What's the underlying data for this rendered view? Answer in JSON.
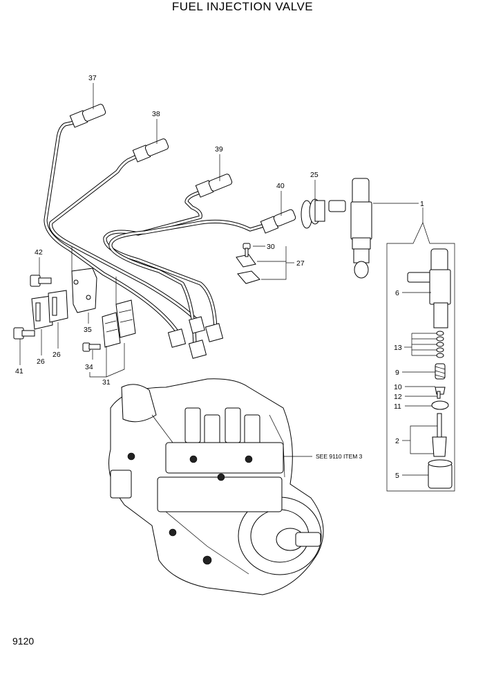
{
  "title": "FUEL INJECTION VALVE",
  "page_number": "9120",
  "reference_note": "SEE 9110 ITEM 3",
  "callouts": {
    "p1": "1",
    "p2": "2",
    "p5": "5",
    "p6": "6",
    "p9": "9",
    "p10": "10",
    "p11": "11",
    "p12": "12",
    "p13": "13",
    "p25": "25",
    "p26a": "26",
    "p26b": "26",
    "p27": "27",
    "p30": "30",
    "p31": "31",
    "p34": "34",
    "p35": "35",
    "p37": "37",
    "p38": "38",
    "p39": "39",
    "p40": "40",
    "p41": "41",
    "p42": "42"
  }
}
